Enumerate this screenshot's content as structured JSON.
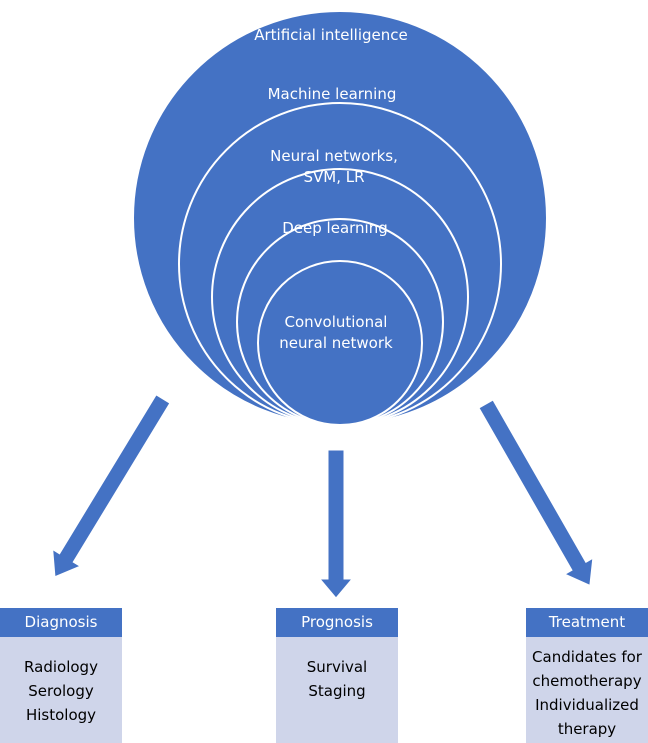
{
  "colors": {
    "primary": "#4472c4",
    "ring_outline": "#ffffff",
    "box_body": "#cfd5ea"
  },
  "circles": [
    {
      "label_lines": [
        "Artificial intelligence"
      ]
    },
    {
      "label_lines": [
        "Machine learning"
      ]
    },
    {
      "label_lines": [
        "Neural networks,",
        "SVM, LR"
      ]
    },
    {
      "label_lines": [
        "Deep learning"
      ]
    },
    {
      "label_lines": [
        "Convolutional",
        "neural network"
      ]
    }
  ],
  "boxes": {
    "diagnosis": {
      "title": "Diagnosis",
      "items": [
        "Radiology",
        "Serology",
        "Histology"
      ]
    },
    "prognosis": {
      "title": "Prognosis",
      "items": [
        "Survival",
        "Staging"
      ]
    },
    "treatment": {
      "title": "Treatment",
      "items": [
        "Candidates for",
        "chemotherapy",
        "Individualized",
        "therapy"
      ]
    }
  }
}
